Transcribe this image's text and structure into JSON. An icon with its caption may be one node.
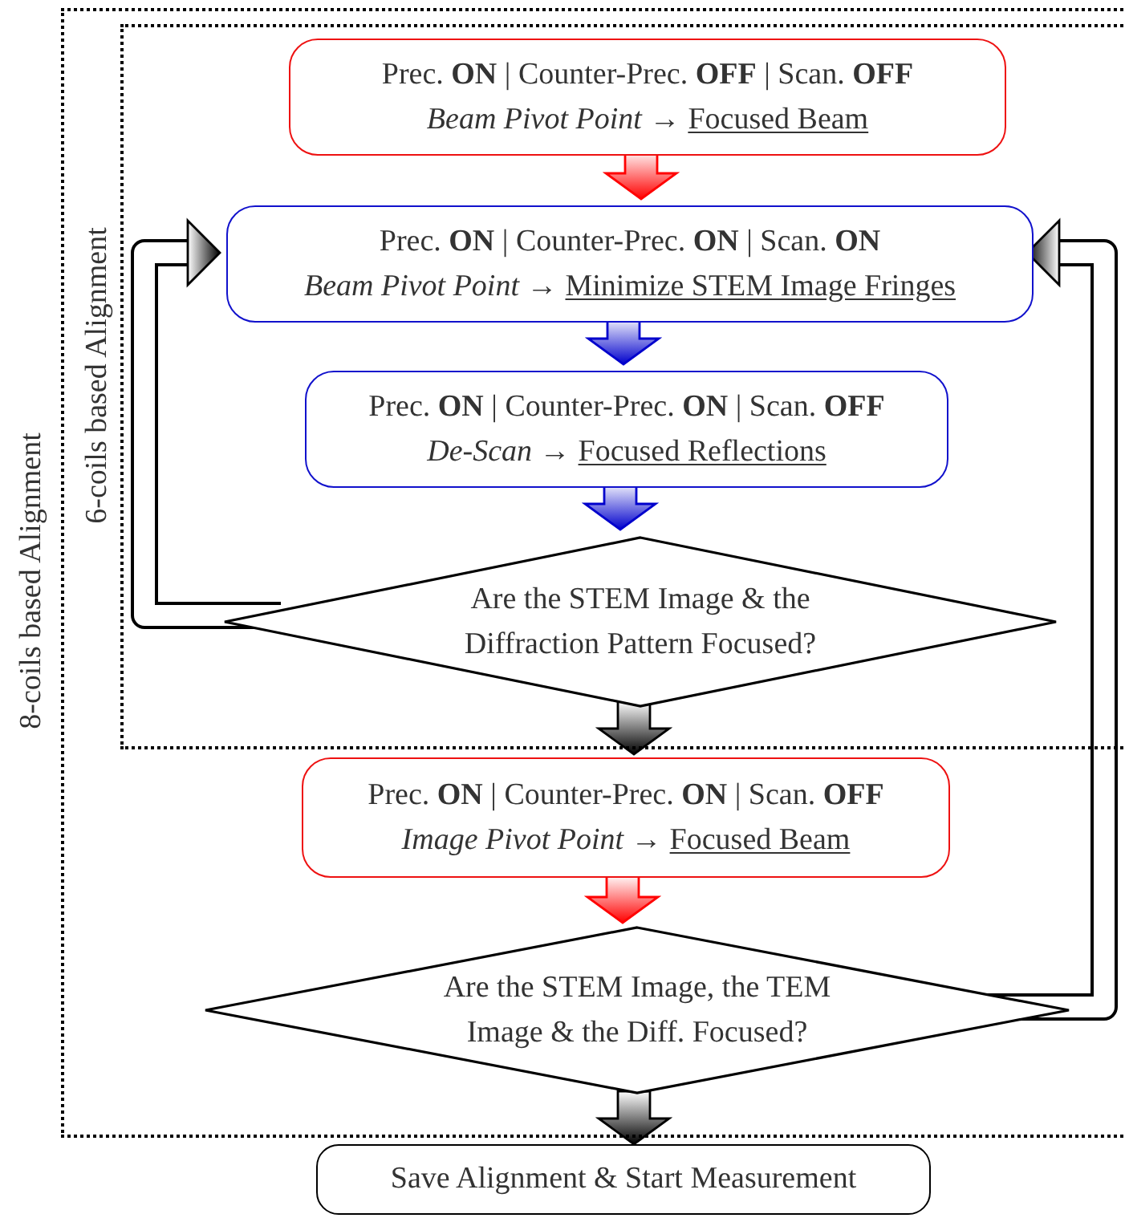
{
  "diagram": {
    "nodes": [
      {
        "text": [
          "8-coils based Alignment"
        ]
      },
      {
        "text": [
          "6-coils based Alignment"
        ],
        "in": 0
      },
      {
        "text": [
          "Prec. **ON** | Counter-Prec. **OFF** | Scan. **OFF**",
          "*Beam Pivot Point* →",
          "Focused Beam"
        ],
        "in": 1
      },
      {
        "text": [
          "Prec. **ON** | Counter-Prec. **ON** | Scan. **ON**",
          "*Beam Pivot Point* →",
          "Minimize STEM Image Fringes"
        ],
        "in": 1
      },
      {
        "text": [
          "Prec. **ON** | Counter-Prec. **ON** | Scan. **OFF**",
          "*De-Scan* →",
          "Focused Reflections"
        ],
        "in": 1
      },
      {
        "text": [
          "Are the STEM Image & the Diffraction Pattern Focused?"
        ],
        "in": 1
      },
      {
        "text": [
          "Prec. **ON** | Counter-Prec. **ON** | Scan. **OFF**",
          "*Image Pivot Point* →",
          "Focused Beam"
        ],
        "in": 0
      },
      {
        "text": [
          "Are the STEM Image, the TEM Image & the Diff. Focused?"
        ],
        "in": 0
      },
      {
        "text": [
          "Save Alignment & Start Measurement"
        ]
      }
    ],
    "edges": [
      {
        "from": 2,
        "to": 3,
        "arrow": "to",
        "color": "#ff0000"
      },
      {
        "from": 3,
        "to": 4,
        "arrow": "to",
        "color": "#0000cc"
      },
      {
        "from": 4,
        "to": 5,
        "arrow": "to",
        "color": "#0000cc"
      },
      {
        "from": 5,
        "to": 6,
        "arrow": "to"
      },
      {
        "from": 6,
        "to": 7,
        "arrow": "to",
        "color": "#ff0000"
      },
      {
        "from": 7,
        "to": 8,
        "arrow": "to"
      },
      {
        "from": 5,
        "to": 3,
        "arrow": "to"
      },
      {
        "from": 7,
        "to": 3,
        "arrow": "to"
      }
    ]
  }
}
